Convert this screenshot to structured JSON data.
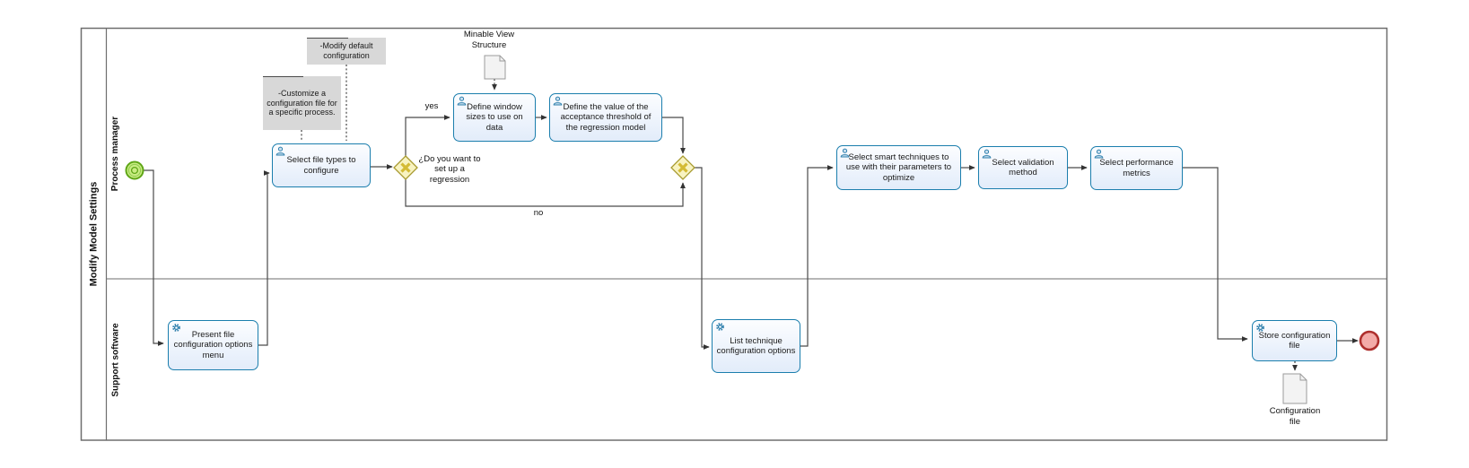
{
  "pool": {
    "name": "Modify Model Settings"
  },
  "lanes": {
    "top": {
      "name": "Process manager"
    },
    "bottom": {
      "name": "Support software"
    }
  },
  "tasks": {
    "select_file_types": {
      "label": "Select file types to configure",
      "type": "user",
      "icon": "user-icon"
    },
    "define_window": {
      "label": "Define window sizes to use on data",
      "type": "user",
      "icon": "user-icon"
    },
    "define_threshold": {
      "label": "Define the value of the acceptance threshold of the regression model",
      "type": "user",
      "icon": "user-icon"
    },
    "select_smart": {
      "label": "Select smart techniques to use with their parameters to optimize",
      "type": "user",
      "icon": "user-icon"
    },
    "select_validation": {
      "label": "Select validation method",
      "type": "user",
      "icon": "user-icon"
    },
    "select_performance": {
      "label": "Select performance metrics",
      "type": "user",
      "icon": "user-icon"
    },
    "present_file_menu": {
      "label": "Present file configuration options menu",
      "type": "service",
      "icon": "gear-icon"
    },
    "list_technique": {
      "label": "List technique configuration options",
      "type": "service",
      "icon": "gear-icon"
    },
    "store_config": {
      "label": "Store configuration file",
      "type": "service",
      "icon": "gear-icon"
    }
  },
  "gateways": {
    "split": {
      "question": "¿Do you want to set up a regression"
    },
    "merge": {}
  },
  "flow_labels": {
    "yes": "yes",
    "no": "no"
  },
  "artifacts": {
    "minable_view": {
      "label": "Minable View Structure"
    },
    "config_file": {
      "label": "Configuration file"
    }
  },
  "annotations": {
    "modify_default": {
      "text": "-Modify default configuration"
    },
    "customize": {
      "text": "-Customize a configuration file for a specific process."
    }
  },
  "colors": {
    "task_border": "#1B7EAD",
    "task_fill": "#E7F0FB",
    "gateway_fill": "#F8F3C1",
    "gateway_border": "#A89B30",
    "gateway_x": "#D4BB35",
    "start_fill": "#C9EC83",
    "start_border": "#5FA617",
    "end_fill": "#F3ABA8",
    "end_border": "#AE2F2D",
    "doc_fill": "#F3F3F3",
    "doc_border": "#9B9B9B",
    "annotation_fill": "#D8D8D8",
    "flow_line": "#4A4A4A",
    "pool_border": "#6E6E6E"
  }
}
